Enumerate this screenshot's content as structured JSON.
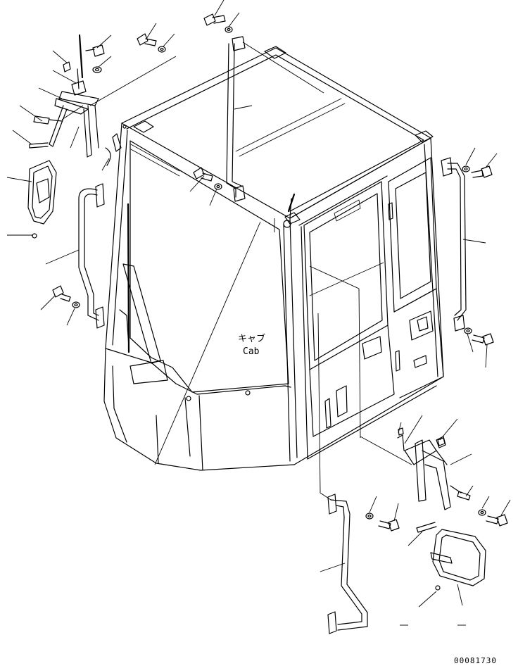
{
  "diagram": {
    "label_jp": "キャブ",
    "label_en": "Cab",
    "drawing_number": "00081730"
  }
}
